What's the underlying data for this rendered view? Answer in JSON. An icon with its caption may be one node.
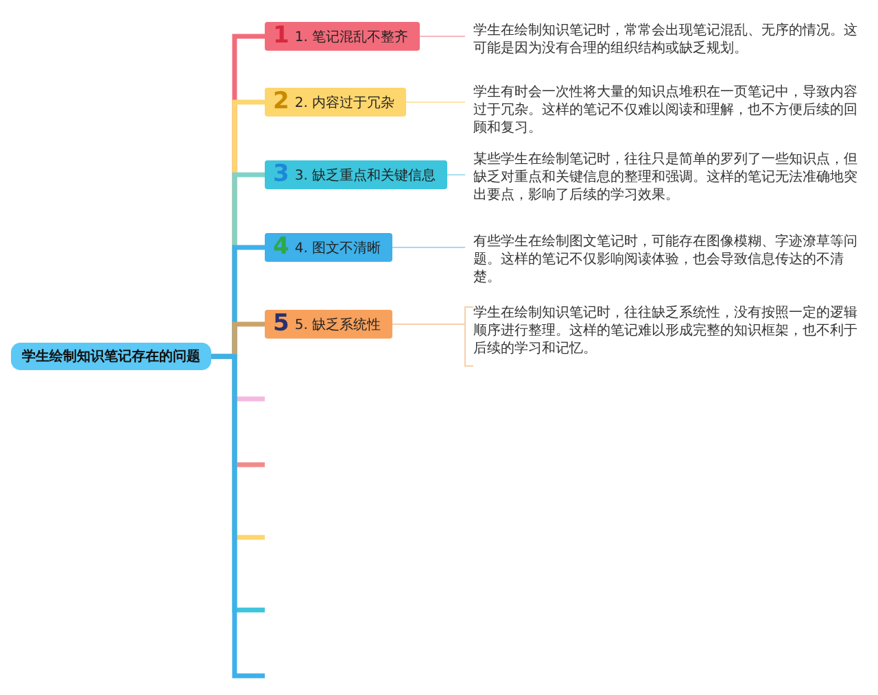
{
  "diagram": {
    "nodes": [
      {
        "text": [
          "学生绘制知识笔记存在的问题"
        ]
      },
      {
        "text": [
          "1",
          "1. 笔记混乱不整齐"
        ]
      },
      {
        "text": [
          "学生在绘制知识笔记时，常常会出现笔记混乱、无序的情况。这可能是因为没有合理的组织结构或缺乏规划。"
        ]
      },
      {
        "text": [
          "2",
          "2. 内容过于冗杂"
        ]
      },
      {
        "text": [
          "学生有时会一次性将大量的知识点堆积在一页笔记中，导致内容过于冗杂。这样的笔记不仅难以阅读和理解，也不方便后续的回顾和复习。"
        ]
      },
      {
        "text": [
          "3",
          "3. 缺乏重点和关键信息"
        ]
      },
      {
        "text": [
          "某些学生在绘制笔记时，往往只是简单的罗列了一些知识点，但缺乏对重点和关键信息的整理和强调。这样的笔记无法准确地突出要点，影响了后续的学习效果。"
        ]
      },
      {
        "text": [
          "4",
          "4. 图文不清晰"
        ]
      },
      {
        "text": [
          "有些学生在绘制图文笔记时，可能存在图像模糊、字迹潦草等问题。这样的笔记不仅影响阅读体验，也会导致信息传达的不清楚。"
        ]
      },
      {
        "text": [
          "5",
          "5. 缺乏系统性"
        ]
      },
      {
        "text": [
          "学生在绘制知识笔记时，往往缺乏系统性，没有按照一定的逻辑顺序进行整理。这样的笔记难以形成完整的知识框架，也不利于后续的学习和记忆。"
        ]
      }
    ],
    "edges": [
      {
        "from": 0,
        "to": 1,
        "arrow": "none",
        "color": "#f26b7a"
      },
      {
        "from": 1,
        "to": 2,
        "arrow": "none",
        "color": "#f7b8c0"
      },
      {
        "from": 0,
        "to": 3,
        "arrow": "none",
        "color": "#fdd66e"
      },
      {
        "from": 3,
        "to": 4,
        "arrow": "none",
        "color": "#fde6a8"
      },
      {
        "from": 0,
        "to": 5,
        "arrow": "none",
        "color": "#7fd3c8"
      },
      {
        "from": 5,
        "to": 6,
        "arrow": "none",
        "color": "#a8def0"
      },
      {
        "from": 0,
        "to": 7,
        "arrow": "none",
        "color": "#3eb0ea"
      },
      {
        "from": 7,
        "to": 8,
        "arrow": "none",
        "color": "#a8d8f5"
      },
      {
        "from": 0,
        "to": 9,
        "arrow": "none",
        "color": "#c9a46a"
      },
      {
        "from": 9,
        "to": 10,
        "arrow": "none",
        "color": "#f8cfa8"
      },
      {
        "from": 0,
        "to": null,
        "arrow": "none",
        "color": "#f5b8e0"
      },
      {
        "from": 0,
        "to": null,
        "arrow": "none",
        "color": "#f28a8a"
      },
      {
        "from": 0,
        "to": null,
        "arrow": "none",
        "color": "#fdd66e"
      },
      {
        "from": 0,
        "to": null,
        "arrow": "none",
        "color": "#3cc5dc"
      },
      {
        "from": 0,
        "to": null,
        "arrow": "none",
        "color": "#3eb0ea"
      }
    ]
  }
}
